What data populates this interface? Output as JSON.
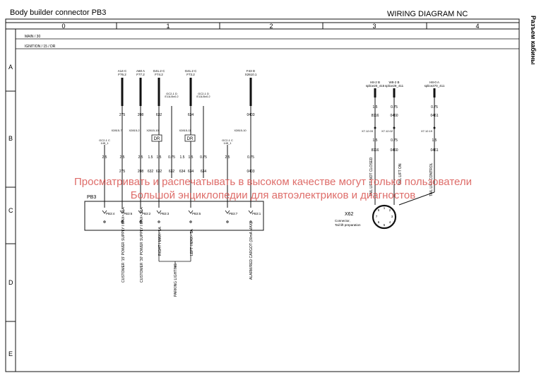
{
  "header": {
    "title": "Body builder connector PB3",
    "diagram_label": "WIRING DIAGRAM  NC",
    "side_label": "Разъем кабины"
  },
  "columns": [
    "0",
    "1",
    "2",
    "3",
    "4"
  ],
  "rows": [
    "A",
    "B",
    "C",
    "D",
    "E"
  ],
  "rails": {
    "top": "MAIN / 30",
    "bottom": "IGNITION / 15 / DR"
  },
  "wires_left": [
    {
      "top_code": "A14 C",
      "top_sub": "F76.2",
      "w1": "275",
      "mid": "",
      "w2": "2.5",
      "w3": "275"
    },
    {
      "top_code": "A60 A",
      "top_sub": "F77.2",
      "w1": "208",
      "mid": "",
      "w2": "2.5",
      "w3": "208"
    },
    {
      "top_code": "G41.2 C",
      "top_sub": "F74.2",
      "w1": "632",
      "mid": "0.75",
      "w2": "1.5",
      "w3": "632"
    },
    {
      "top_code": "G41.2 C",
      "top_sub": "F73.2",
      "w1": "634",
      "mid": "0.75",
      "w2": "1.5",
      "w3": "634"
    },
    {
      "top_code": "F43 D",
      "top_sub": "X2610.1",
      "w1": "0403",
      "mid": "",
      "w2": "0.75",
      "w3": "0403"
    }
  ],
  "connector_refs": {
    "k1": "X2815-7",
    "k2": "X2815-2",
    "k3": "X2815-10",
    "k4": "X2815-11",
    "k5": "X2815-10",
    "gc1": "GC2-1 C",
    "gc1s": "145_1",
    "gc2": "GC2-1 D",
    "gc2s": "E11LBx0.2",
    "gc3": "GC2-1 D",
    "gc3s": "E11LBx0.2",
    "gc4": "GC2-1 C",
    "gc4s": "145_1",
    "dr": "DR"
  },
  "pb3": {
    "label": "PB3",
    "pins": [
      "PB3:4",
      "PB3:6",
      "PB3:2",
      "PB3:3",
      "PB3:5",
      "PB3:7",
      "PB3:1"
    ],
    "wire_nums_bottom": [
      "275",
      "208",
      "632",
      "632",
      "634",
      "634",
      "0403"
    ]
  },
  "functions": [
    "CUSTOMER '15' POWER SUPPLY I MAX= 15A",
    "CUSTOMER '30' POWER SUPPLY I MAX= 15A",
    "RIGHT I MAX= 5A",
    "LEFT I MAX= 5A",
    "ALARM/RED CARGOT (30mA MAX)"
  ],
  "parking": "PARKING LIGHTING",
  "wires_right": [
    {
      "top_code": "H8-2 B",
      "top_sub": "splice20_415",
      "w1": "1.5",
      "num": "8116",
      "k": "X7.12.03",
      "w2": "1.5",
      "num2": "8116",
      "func": "TAIL LIFT NOT CLOSED"
    },
    {
      "top_code": "W8-2 B",
      "top_sub": "splice29_411",
      "w1": "0.75",
      "num": "0460",
      "k": "X7.12.02",
      "w2": "0.75",
      "num2": "0460",
      "func": "TAIL LIFT ON"
    },
    {
      "top_code": "H8-0 A",
      "top_sub": "splice270_411",
      "w1": "0.75",
      "num": "0461",
      "k": "X7.12.19",
      "w2": "1.5",
      "num2": "0461",
      "func": "TAIL LIFT CONTROL"
    }
  ],
  "x62": {
    "label": "X62",
    "desc1": "Connector,",
    "desc2": "Tail lift preparation",
    "pins": [
      "1",
      "2",
      "3",
      "4",
      "5",
      "6",
      "7",
      "8"
    ]
  },
  "watermark": {
    "line1": "Просматривать и распечатывать в высоком качестве могут только пользователи",
    "line2": "Большой энциклопедии для автоэлектриков и диагностов"
  },
  "colors": {
    "line": "#111111",
    "watermark": "#d9534f"
  }
}
